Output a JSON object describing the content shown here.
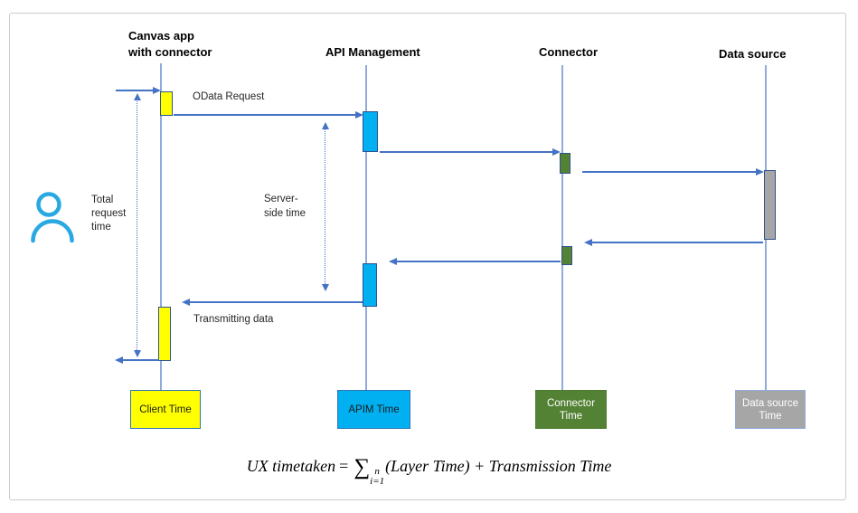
{
  "actors": {
    "canvas": {
      "title": "Canvas app\nwith connector"
    },
    "apim": {
      "title": "API Management"
    },
    "connector": {
      "title": "Connector"
    },
    "datasource": {
      "title": "Data source"
    }
  },
  "labels": {
    "odata_request": "OData Request",
    "transmitting_data": "Transmitting data",
    "total_request_time": "Total\nrequest\ntime",
    "server_side_time": "Server-\nside time"
  },
  "legend": [
    {
      "label": "Client Time",
      "color": "#ffff00",
      "text_color": "#1a1a1a"
    },
    {
      "label": "APIM Time",
      "color": "#00b0f0",
      "text_color": "#1a1a1a"
    },
    {
      "label": "Connector\nTime",
      "color": "#548235",
      "text_color": "#ffffff"
    },
    {
      "label": "Data source\nTime",
      "color": "#a6a6a6",
      "text_color": "#ffffff"
    }
  ],
  "formula": {
    "lhs": "UX timetaken",
    "equals": "=",
    "sum_symbol": "∑",
    "sum_upper": "n",
    "sum_lower": "i=1",
    "rhs": "(Layer Time) + Transmission Time"
  },
  "colors": {
    "arrow": "#4472c4",
    "lifeline": "#8faadc",
    "activation_border": "#2f528f",
    "client": "#ffff00",
    "apim": "#00b0f0",
    "connector": "#548235",
    "datasource": "#a6a6a6",
    "person": "#29a8e2",
    "frame_border": "#cbcbcb"
  }
}
